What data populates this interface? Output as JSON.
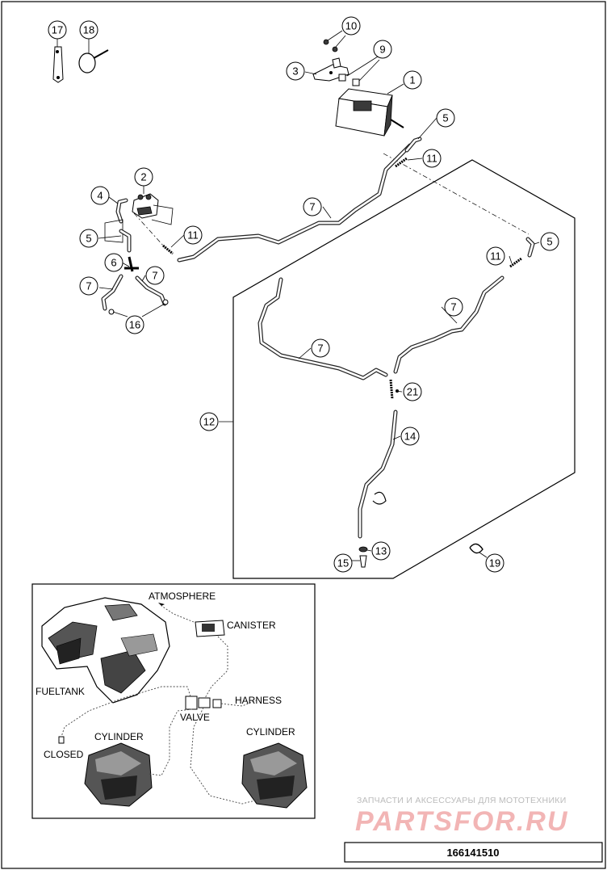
{
  "callouts": [
    {
      "id": "c17",
      "label": "17"
    },
    {
      "id": "c18",
      "label": "18"
    },
    {
      "id": "c10",
      "label": "10"
    },
    {
      "id": "c9",
      "label": "9"
    },
    {
      "id": "c3",
      "label": "3"
    },
    {
      "id": "c1",
      "label": "1"
    },
    {
      "id": "c5a",
      "label": "5"
    },
    {
      "id": "c11a",
      "label": "11"
    },
    {
      "id": "c2",
      "label": "2"
    },
    {
      "id": "c4",
      "label": "4"
    },
    {
      "id": "c7a",
      "label": "7"
    },
    {
      "id": "c11b",
      "label": "11"
    },
    {
      "id": "c5b",
      "label": "5"
    },
    {
      "id": "c6",
      "label": "6"
    },
    {
      "id": "c7b",
      "label": "7"
    },
    {
      "id": "c7c",
      "label": "7"
    },
    {
      "id": "c16",
      "label": "16"
    },
    {
      "id": "c5c",
      "label": "5"
    },
    {
      "id": "c11c",
      "label": "11"
    },
    {
      "id": "c7d",
      "label": "7"
    },
    {
      "id": "c7e",
      "label": "7"
    },
    {
      "id": "c21",
      "label": "21"
    },
    {
      "id": "c12",
      "label": "12"
    },
    {
      "id": "c14",
      "label": "14"
    },
    {
      "id": "c13",
      "label": "13"
    },
    {
      "id": "c15",
      "label": "15"
    },
    {
      "id": "c19",
      "label": "19"
    }
  ],
  "schematic": {
    "atmosphere": "ATMOSPHERE",
    "canister": "CANISTER",
    "fueltank": "FUELTANK",
    "harness": "HARNESS",
    "valve": "VALVE",
    "cylinder_left": "CYLINDER",
    "cylinder_right": "CYLINDER",
    "closed": "CLOSED"
  },
  "watermark": {
    "top_text": "ЗАПЧАСТИ И АКСЕССУАРЫ ДЛЯ МОТОТЕХНИКИ",
    "brand": "PARTSFOR.RU"
  },
  "footer": {
    "code": "166141510"
  }
}
